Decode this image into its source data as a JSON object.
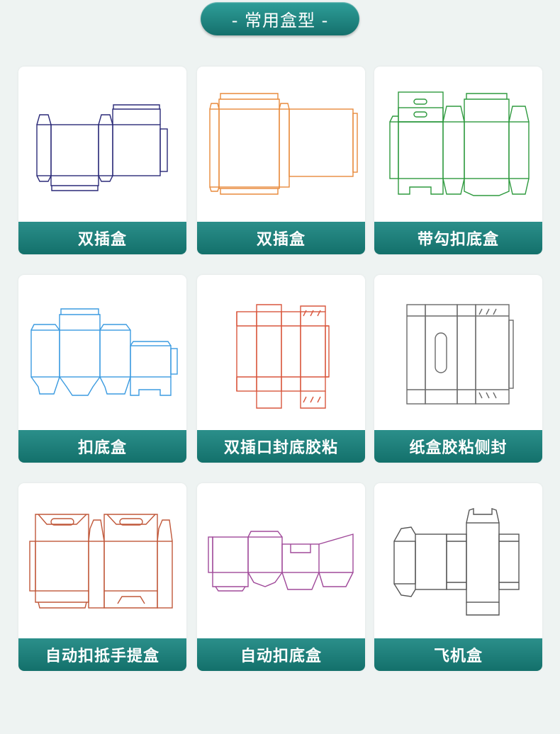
{
  "header": {
    "title": "- 常用盒型 -"
  },
  "colors": {
    "accent": "#1b7d78",
    "navy": "#2b2a78",
    "orange": "#e88a3c",
    "green": "#2f9a3f",
    "blue": "#3b9be0",
    "red": "#d9573e",
    "gray": "#6a6a6a",
    "brown": "#c0583a",
    "purple": "#a04a9a",
    "dark": "#555555"
  },
  "cards": [
    {
      "label": "双插盒",
      "icon": "double-tuck-box-dieline"
    },
    {
      "label": "双插盒",
      "icon": "double-tuck-box-dieline"
    },
    {
      "label": "带勾扣底盒",
      "icon": "hanger-snap-lock-box-dieline"
    },
    {
      "label": "扣底盒",
      "icon": "snap-lock-bottom-box-dieline"
    },
    {
      "label": "双插口封底胶粘",
      "icon": "tuck-top-glued-bottom-dieline"
    },
    {
      "label": "纸盒胶粘侧封",
      "icon": "side-glued-box-dieline"
    },
    {
      "label": "自动扣抵手提盒",
      "icon": "auto-lock-handle-box-dieline"
    },
    {
      "label": "自动扣底盒",
      "icon": "auto-lock-bottom-box-dieline"
    },
    {
      "label": "飞机盒",
      "icon": "mailer-box-dieline"
    }
  ]
}
